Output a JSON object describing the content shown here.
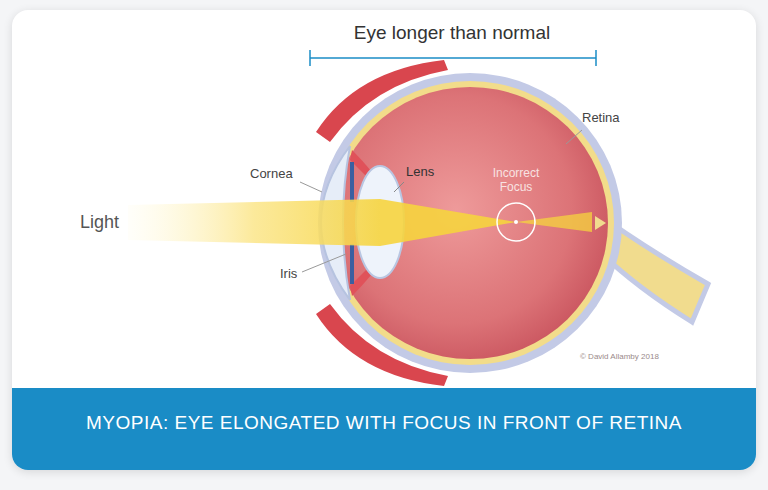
{
  "diagram": {
    "caption": "MYOPIA: EYE ELONGATED WITH FOCUS IN FRONT OF RETINA",
    "labels": [
      "Eye longer than normal",
      "Cornea",
      "Lens",
      "Incorrect Focus",
      "Retina",
      "Light",
      "Iris",
      "© David Allamby 2018"
    ]
  }
}
